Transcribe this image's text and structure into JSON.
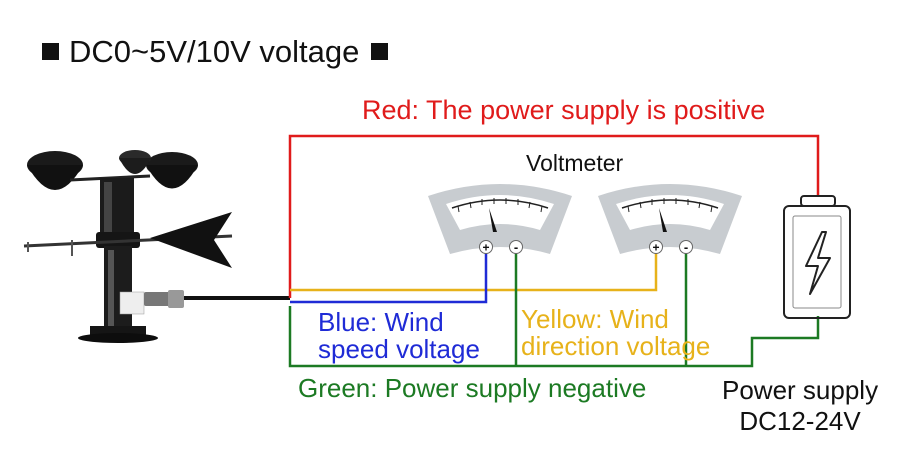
{
  "title": "DC0~5V/10V voltage",
  "meter_label": "Voltmeter",
  "wires": {
    "red": {
      "label": "Red: The power supply is positive",
      "color": "#e01b1b"
    },
    "blue": {
      "label_line1": "Blue: Wind",
      "label_line2": "speed voltage",
      "color": "#1f2bd6"
    },
    "yellow": {
      "label_line1": "Yellow: Wind",
      "label_line2": "direction voltage",
      "color": "#e7b21a"
    },
    "green": {
      "label": "Green: Power supply negative",
      "color": "#1c7a23"
    }
  },
  "power_supply": {
    "line1": "Power supply",
    "line2": "DC12-24V"
  },
  "meters": [
    {
      "plus": "+",
      "minus": "-"
    },
    {
      "plus": "+",
      "minus": "-"
    }
  ],
  "icons": [
    "anemometer-icon",
    "voltmeter-icon",
    "battery-icon",
    "lightning-icon"
  ]
}
